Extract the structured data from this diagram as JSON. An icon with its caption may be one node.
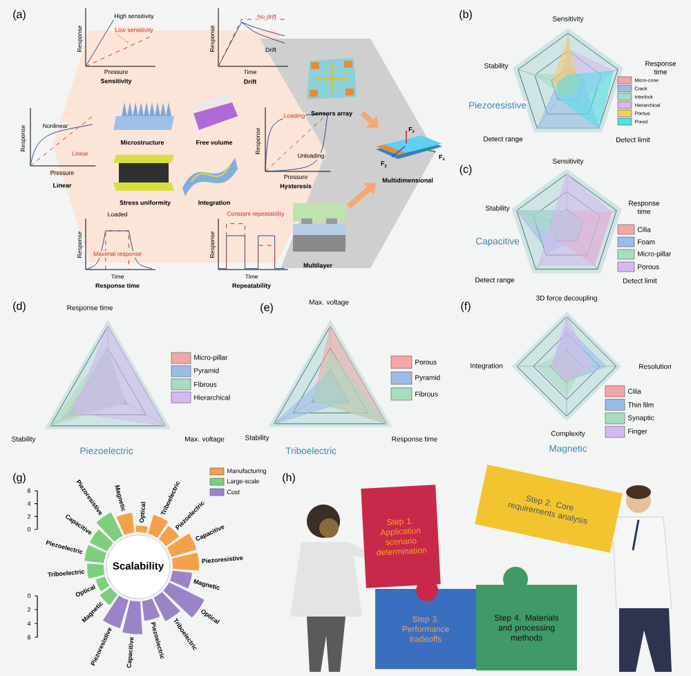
{
  "diagram": {
    "nodes": [
      {
        "text": [
          "Sensors array"
        ]
      },
      {
        "text": [
          "Multilayer"
        ]
      },
      {
        "text": [
          "Multidimensional"
        ]
      },
      {
        "text": [
          "Scalability"
        ]
      },
      {
        "text": [
          "Step 1. Application scenario determination"
        ]
      },
      {
        "text": [
          "Step 2. Core requirements analysis"
        ]
      },
      {
        "text": [
          "Step 3. Performance tradeoffs"
        ]
      },
      {
        "text": [
          "Step 4. Materials and processing methods"
        ]
      }
    ],
    "edges": [
      {
        "from": 0,
        "to": 2,
        "arrow": "to"
      },
      {
        "from": 1,
        "to": 2,
        "arrow": "to"
      }
    ],
    "labels": [
      "(a)",
      "High sensitivity",
      "Low sensitivity",
      "Response",
      "Pressure",
      "Sensitivity",
      "No drift",
      "Drift",
      "Response",
      "Time",
      "Drift",
      "Nonlinear",
      "Linear",
      "Response",
      "Pressure",
      "Linear",
      "Microstructure",
      "Free volume",
      "Loading",
      "Unloading",
      "Response",
      "Pressure",
      "Hysteresis",
      "F$_{z}$",
      "F$_{y}$",
      "F$_{x}$",
      "Stress uniformity",
      "Integration",
      "Loaded",
      "Maximal response",
      "Response",
      "Time",
      "Response time",
      "Constant repeatability",
      "Response",
      "Time",
      "Repeatability",
      "(b)",
      "Sensitivity",
      "Stability",
      "Response time",
      "Piezoresistive",
      "Detect range",
      "Detect limit",
      "(c)",
      "Sensitivity",
      "Stability",
      "Response time",
      "Capacitive",
      "Detect range",
      "Detect limit",
      "(d)",
      "Response time",
      "Stability",
      "Max. voltage",
      "Piezoelectric",
      "(e)",
      "Max. voltage",
      "Stability",
      "Response time",
      "Triboelectric",
      "(f)",
      "3D force decoupling",
      "Integration",
      "Resolution",
      "Complexity",
      "Magnetic",
      "(g)",
      "6",
      "4",
      "2",
      "0",
      "0",
      "2",
      "4",
      "6",
      "Magnetic",
      "Optical",
      "Triboelectric",
      "Piezoelectric",
      "Capacitive",
      "Piezoresistive",
      "Magnetic",
      "Optical",
      "Triboelectric",
      "Piezoelectric",
      "Capacitive",
      "Piezoresistive",
      "Magnetic",
      "Optical",
      "Triboelectric",
      "Piezoelectric",
      "Capacitive",
      "Piezoresistive",
      "(h)"
    ],
    "legend": [
      {
        "text": "Micro-cone",
        "color": "#f4a6a6"
      },
      {
        "text": "Crack",
        "color": "#9bbbe8"
      },
      {
        "text": "Interlock",
        "color": "#a8dcc0"
      },
      {
        "text": "Hierarchical",
        "color": "#d6b8f0"
      },
      {
        "text": "Porous",
        "color": "#f5cd60"
      },
      {
        "text": "Pored",
        "color": "#4fe0e8"
      },
      {
        "text": "Cilia",
        "color": "#f4a6a6"
      },
      {
        "text": "Foam",
        "color": "#9bbbe8"
      },
      {
        "text": "Micro-pillar",
        "color": "#a8dcc0"
      },
      {
        "text": "Porous",
        "color": "#d6b8f0"
      },
      {
        "text": "Micro-pillar",
        "color": "#f4a6a6"
      },
      {
        "text": "Pyramid",
        "color": "#9bbbe8"
      },
      {
        "text": "Fibrous",
        "color": "#a8dcc0"
      },
      {
        "text": "Hierarchical",
        "color": "#d6b8f0"
      },
      {
        "text": "Porous",
        "color": "#f4a6a6"
      },
      {
        "text": "Pyramid",
        "color": "#9bbbe8"
      },
      {
        "text": "Fibrous",
        "color": "#a8dcc0"
      },
      {
        "text": "Cilia",
        "color": "#f4a6a6"
      },
      {
        "text": "Thin film",
        "color": "#9bbbe8"
      },
      {
        "text": "Synaptic",
        "color": "#a8dcc0"
      },
      {
        "text": "Finger",
        "color": "#d6b8f0"
      },
      {
        "text": "Manufacturing",
        "color": "#f5a04a"
      },
      {
        "text": "Large-scale",
        "color": "#7dcf7d"
      },
      {
        "text": "Cost",
        "color": "#9b83c8"
      }
    ]
  }
}
